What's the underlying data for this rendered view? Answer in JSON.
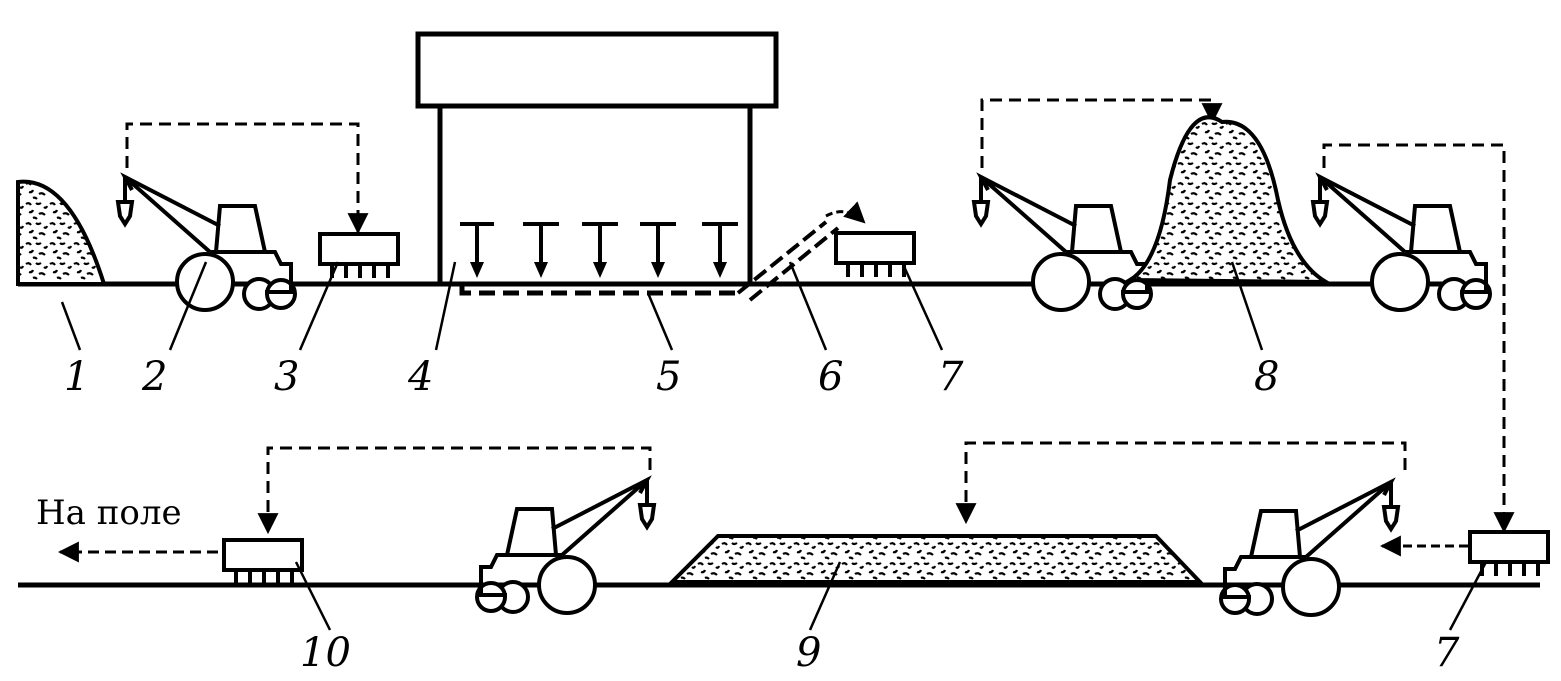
{
  "diagram": {
    "caption": "На поле",
    "labels": {
      "l1": "1",
      "l2": "2",
      "l3": "3",
      "l4": "4",
      "l5": "5",
      "l6": "6",
      "l7a": "7",
      "l8": "8",
      "l9": "9",
      "l10": "10",
      "l7b": "7"
    },
    "colors": {
      "ink": "#000000",
      "background": "#ffffff"
    }
  }
}
